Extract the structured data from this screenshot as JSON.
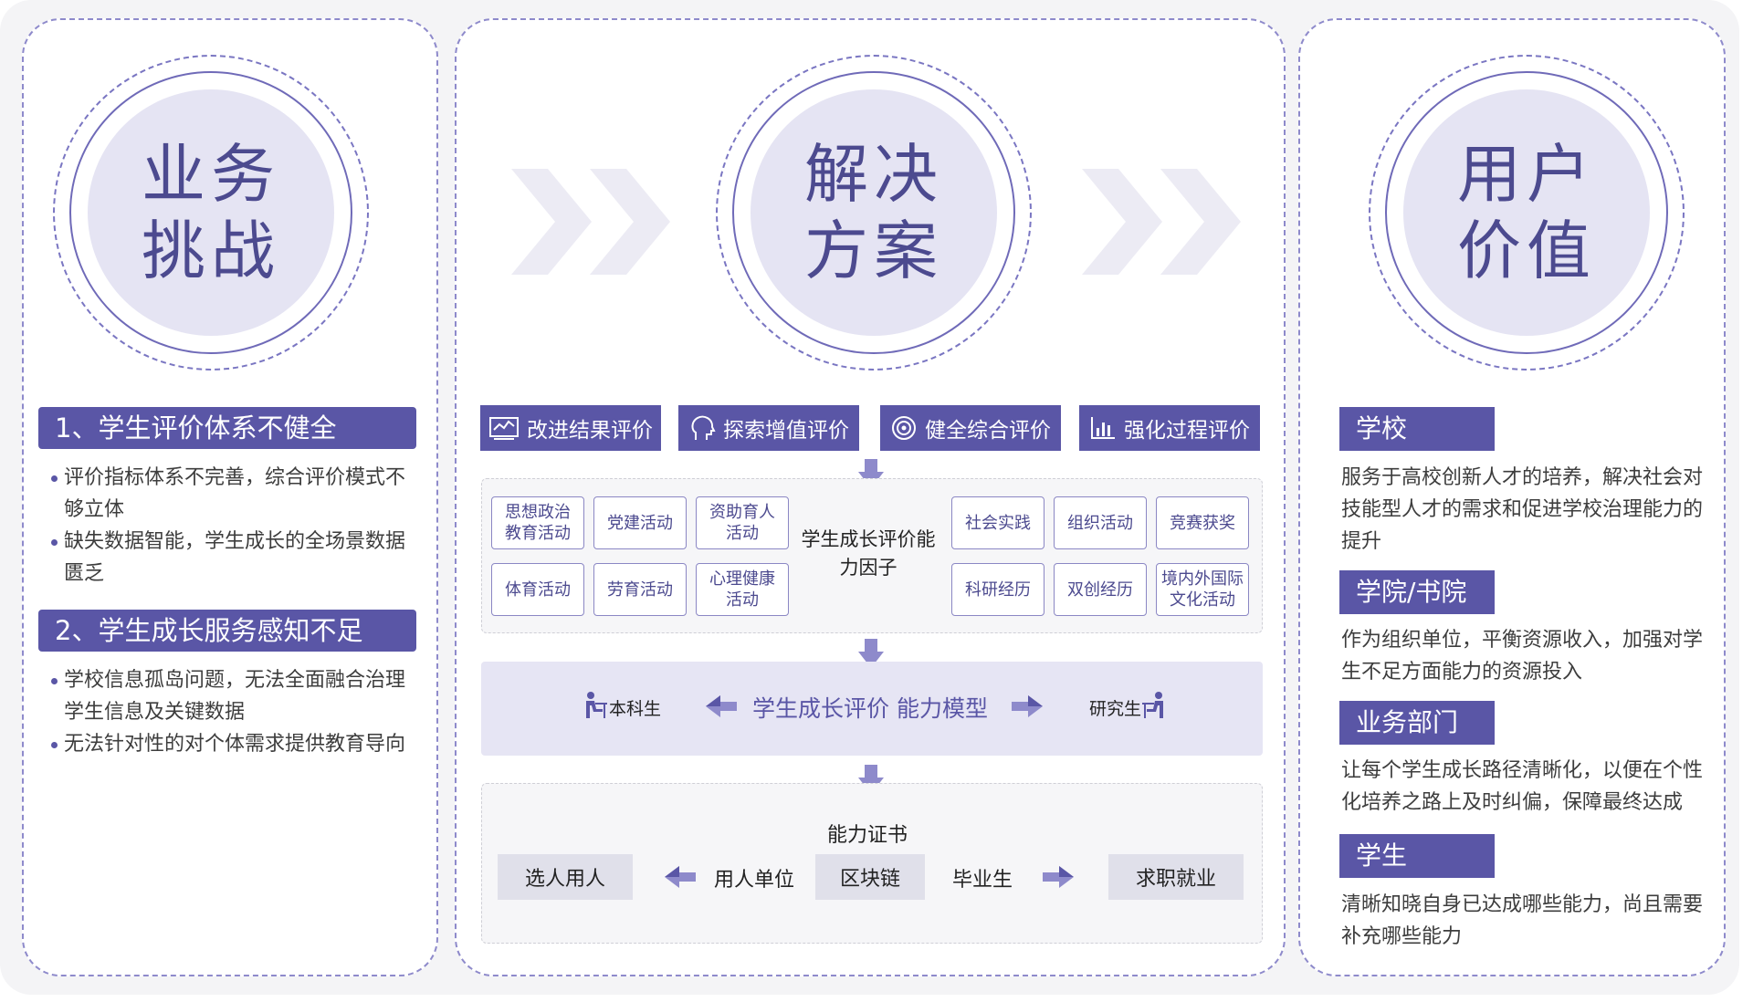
{
  "colors": {
    "accent": "#5a56a6",
    "disc": "#e5e4f3",
    "model_band": "#e6e5f4",
    "chevron": "#ecebf4"
  },
  "left": {
    "circle": [
      "业务",
      "挑战"
    ],
    "sections": [
      {
        "heading": "1、学生评价体系不健全",
        "bullets": [
          "评价指标体系不完善，综合评价模式不够立体",
          "缺失数据智能，学生成长的全场景数据匮乏"
        ]
      },
      {
        "heading": "2、学生成长服务感知不足",
        "bullets": [
          "学校信息孤岛问题，无法全面融合治理学生信息及关键数据",
          "无法针对性的对个体需求提供教育导向"
        ]
      }
    ]
  },
  "center": {
    "circle": [
      "解决",
      "方案"
    ],
    "tags": [
      {
        "label": "改进结果评价",
        "icon": "chart-monitor-icon"
      },
      {
        "label": "探索增值评价",
        "icon": "head-icon"
      },
      {
        "label": "健全综合评价",
        "icon": "spiral-icon"
      },
      {
        "label": "强化过程评价",
        "icon": "bar-chart-icon"
      }
    ],
    "factors_left": [
      "思想政治教育活动",
      "党建活动",
      "资助育人活动",
      "体育活动",
      "劳育活动",
      "心理健康活动"
    ],
    "factors_right": [
      "社会实践",
      "组织活动",
      "竞赛获奖",
      "科研经历",
      "双创经历",
      "境内外国际文化活动"
    ],
    "factor_center": "学生成长评价能力因子",
    "model": {
      "left": "本科生",
      "title": "学生成长评价 能力模型",
      "right": "研究生"
    },
    "cert": {
      "title": "能力证书",
      "select": "选人用人",
      "employer": "用人单位",
      "blockchain": "区块链",
      "graduate": "毕业生",
      "job": "求职就业"
    }
  },
  "right": {
    "circle": [
      "用户",
      "价值"
    ],
    "items": [
      {
        "tag": "学校",
        "text": "服务于高校创新人才的培养，解决社会对技能型人才的需求和促进学校治理能力的提升"
      },
      {
        "tag": "学院/书院",
        "text": "作为组织单位，平衡资源收入，加强对学生不足方面能力的资源投入"
      },
      {
        "tag": "业务部门",
        "text": "让每个学生成长路径清晰化，以便在个性化培养之路上及时纠偏，保障最终达成"
      },
      {
        "tag": "学生",
        "text": "清晰知晓自身已达成哪些能力，尚且需要补充哪些能力"
      }
    ]
  }
}
